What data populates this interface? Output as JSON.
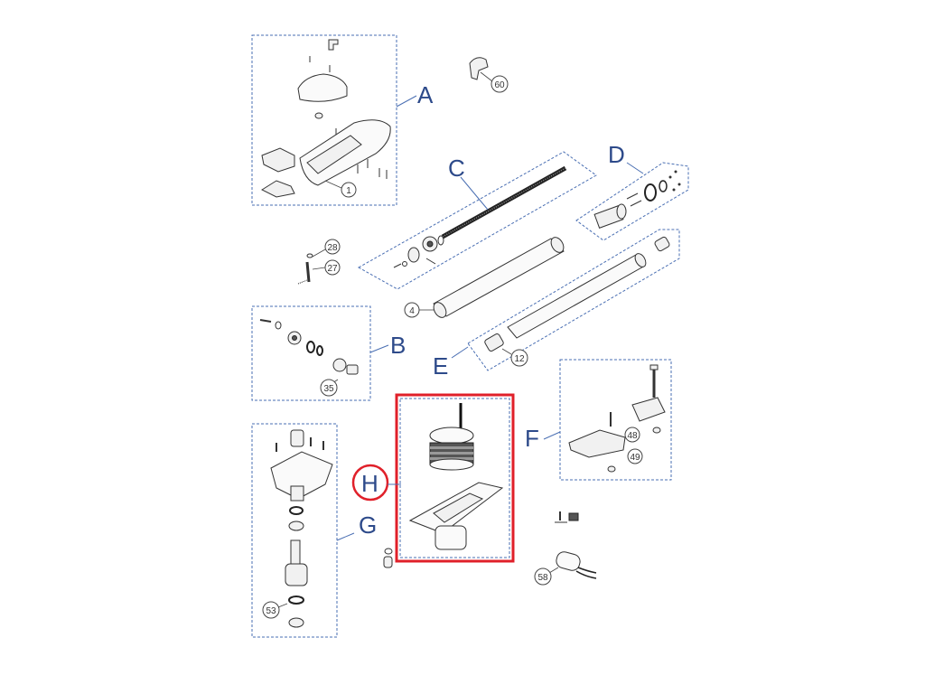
{
  "groups": {
    "A": "A",
    "B": "B",
    "C": "C",
    "D": "D",
    "E": "E",
    "F": "F",
    "G": "G",
    "H": "H"
  },
  "callouts": {
    "n1": "1",
    "n4": "4",
    "n12": "12",
    "n27": "27",
    "n28": "28",
    "n35": "35",
    "n48": "48",
    "n49": "49",
    "n53": "53",
    "n58": "58",
    "n60": "60"
  },
  "colors": {
    "group_box": "#4a6fb3",
    "group_letter": "#2d4a8a",
    "highlight": "#e0202a"
  }
}
